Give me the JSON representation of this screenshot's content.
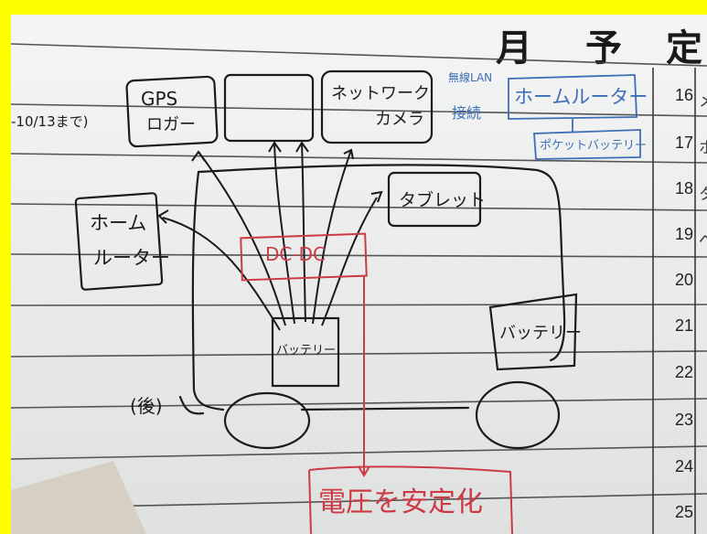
{
  "header": {
    "title_chars": [
      "月",
      "予",
      "定"
    ]
  },
  "schedule": {
    "row_numbers": [
      "16",
      "17",
      "18",
      "19",
      "20",
      "21",
      "22",
      "23",
      "24",
      "25"
    ],
    "row_cut_chars": [
      "メ",
      "ホ",
      "タ",
      "ペ"
    ]
  },
  "diagram": {
    "left_margin_note": "-10/13まで)",
    "gps_logger": [
      "GPS",
      "ロガー"
    ],
    "network_camera": [
      "ネットワーク",
      "カメラ"
    ],
    "wireless_lan": [
      "無線LAN",
      "接続"
    ],
    "home_router_blue": "ホームルーター",
    "pocket_battery": "ポケットバッテリー",
    "tablet": "タブレット",
    "home_router": [
      "ホーム",
      "ルーター"
    ],
    "dc_dc_label": "DC-DC",
    "battery_left": "バッテリー",
    "battery_right": "バッテリー",
    "rear_label": "(後)",
    "voltage_note": "電圧を安定化"
  },
  "colors": {
    "frame": "#ffff00",
    "ink_black": "#1b1b1b",
    "ink_blue": "#3c6fb8",
    "ink_red": "#cc3b45"
  }
}
